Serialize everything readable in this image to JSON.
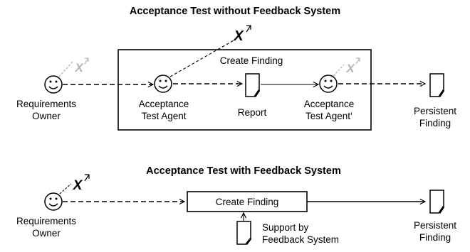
{
  "colors": {
    "line": "#000000",
    "faded": "#b4b4b4",
    "background": "#ffffff"
  },
  "top": {
    "title": "Acceptance Test without Feedback System",
    "box_title": "Create Finding",
    "actor_requirements_owner": [
      "Requirements",
      "Owner"
    ],
    "actor_acceptance_agent": [
      "Acceptance",
      "Test Agent"
    ],
    "document_report": "Report",
    "actor_acceptance_agent_prime": [
      "Acceptance",
      "Test Agent‘"
    ],
    "document_persistent": [
      "Persistent",
      "Finding"
    ],
    "leave_marker": "X",
    "icons": [
      "smiley-icon",
      "document-icon",
      "leave-arrow-icon"
    ]
  },
  "bottom": {
    "title": "Acceptance Test with Feedback System",
    "process_box": "Create Finding",
    "actor_requirements_owner": [
      "Requirements",
      "Owner"
    ],
    "document_persistent": [
      "Persistent",
      "Finding"
    ],
    "support_document": [
      "Support by",
      "Feedback System"
    ],
    "leave_marker": "X"
  }
}
